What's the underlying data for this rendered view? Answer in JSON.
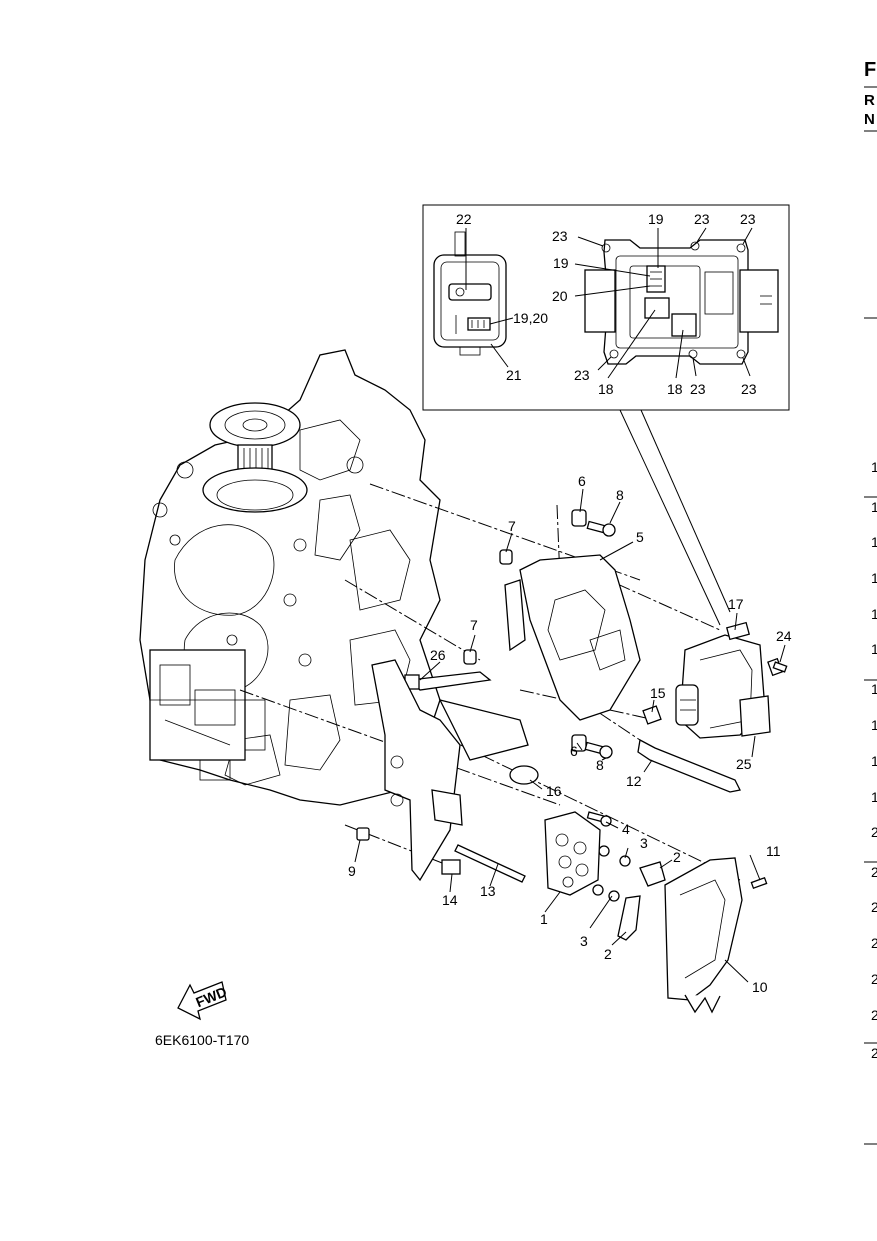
{
  "diagram_code": "6EK6100-T170",
  "fwd_label": "FWD",
  "right_margin": {
    "header_letters": [
      "F",
      "R",
      "N"
    ],
    "numbers": [
      "1",
      "1",
      "1",
      "1",
      "1",
      "1",
      "1",
      "1",
      "1",
      "1",
      "2",
      "2",
      "2",
      "2",
      "2",
      "2",
      "2"
    ]
  },
  "callouts": {
    "c1": "1",
    "c2a": "2",
    "c2b": "2",
    "c3a": "3",
    "c3b": "3",
    "c4": "4",
    "c5": "5",
    "c6a": "6",
    "c6b": "6",
    "c7a": "7",
    "c7b": "7",
    "c8a": "8",
    "c8b": "8",
    "c9": "9",
    "c10": "10",
    "c11": "11",
    "c12": "12",
    "c13": "13",
    "c14": "14",
    "c15": "15",
    "c16": "16",
    "c17": "17",
    "c24": "24",
    "c25": "25",
    "c26": "26"
  },
  "inset_callouts": {
    "c22": "22",
    "c19_20": "19,20",
    "c21": "21",
    "c19a": "19",
    "c19b": "19",
    "c20": "20",
    "c23a": "23",
    "c23b": "23",
    "c23c": "23",
    "c23d": "23",
    "c23e": "23",
    "c23f": "23",
    "c18a": "18",
    "c18b": "18"
  }
}
